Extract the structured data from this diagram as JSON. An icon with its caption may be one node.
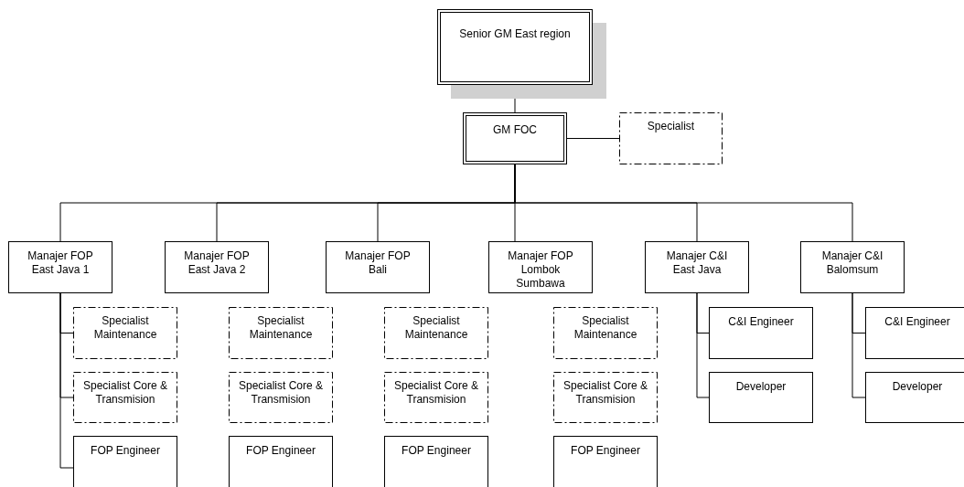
{
  "diagram": {
    "nodes": [
      {
        "text": [
          "Senior GM East region"
        ]
      },
      {
        "text": [
          "GM FOC"
        ]
      },
      {
        "text": [
          "Specialist"
        ]
      },
      {
        "text": [
          "Manajer FOP East Java 1"
        ]
      },
      {
        "text": [
          "Manajer FOP East Java 2"
        ]
      },
      {
        "text": [
          "Manajer FOP Bali"
        ]
      },
      {
        "text": [
          "Manajer FOP Lombok Sumbawa"
        ]
      },
      {
        "text": [
          "Manajer C&I East Java"
        ]
      },
      {
        "text": [
          "Manajer C&I Balomsum"
        ]
      },
      {
        "text": [
          "Specialist Maintenance"
        ]
      },
      {
        "text": [
          "Specialist Core & Transmision"
        ]
      },
      {
        "text": [
          "FOP Engineer"
        ]
      },
      {
        "text": [
          "Specialist Maintenance"
        ]
      },
      {
        "text": [
          "Specialist Core & Transmision"
        ]
      },
      {
        "text": [
          "FOP Engineer"
        ]
      },
      {
        "text": [
          "Specialist Maintenance"
        ]
      },
      {
        "text": [
          "Specialist Core & Transmision"
        ]
      },
      {
        "text": [
          "FOP Engineer"
        ]
      },
      {
        "text": [
          "Specialist Maintenance"
        ]
      },
      {
        "text": [
          "Specialist Core & Transmision"
        ]
      },
      {
        "text": [
          "FOP Engineer"
        ]
      },
      {
        "text": [
          "C&I Engineer"
        ]
      },
      {
        "text": [
          "Developer"
        ]
      },
      {
        "text": [
          "C&I Engineer"
        ]
      },
      {
        "text": [
          "Developer"
        ]
      }
    ],
    "edges": [
      {
        "from": 0,
        "to": 1,
        "arrow": "none"
      },
      {
        "from": 1,
        "to": 2,
        "arrow": "none"
      },
      {
        "from": 1,
        "to": 3,
        "arrow": "none"
      },
      {
        "from": 1,
        "to": 4,
        "arrow": "none"
      },
      {
        "from": 1,
        "to": 5,
        "arrow": "none"
      },
      {
        "from": 1,
        "to": 6,
        "arrow": "none"
      },
      {
        "from": 1,
        "to": 7,
        "arrow": "none"
      },
      {
        "from": 1,
        "to": 8,
        "arrow": "none"
      },
      {
        "from": 3,
        "to": 9,
        "arrow": "none"
      },
      {
        "from": 3,
        "to": 10,
        "arrow": "none"
      },
      {
        "from": 3,
        "to": 11,
        "arrow": "none"
      },
      {
        "from": 7,
        "to": 21,
        "arrow": "none"
      },
      {
        "from": 7,
        "to": 22,
        "arrow": "none"
      },
      {
        "from": 8,
        "to": 23,
        "arrow": "none"
      },
      {
        "from": 8,
        "to": 24,
        "arrow": "none"
      }
    ]
  }
}
